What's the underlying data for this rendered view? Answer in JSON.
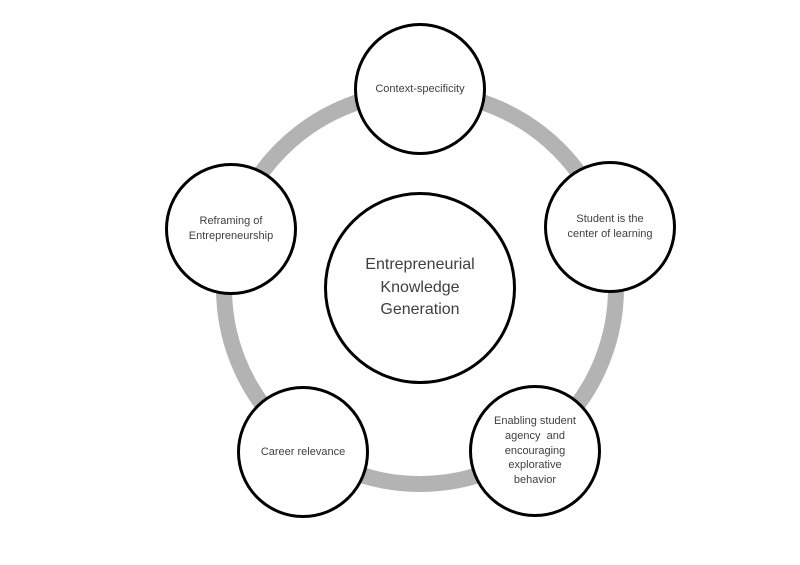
{
  "diagram": {
    "type": "cycle-diagram",
    "center": {
      "label": "Entrepreneurial\nKnowledge\nGeneration"
    },
    "nodes": [
      {
        "id": "top",
        "label": "Context-specificity"
      },
      {
        "id": "right",
        "label": "Student is the\ncenter of learning"
      },
      {
        "id": "bottom-right",
        "label": "Enabling student\nagency  and\nencouraging\nexplorative\nbehavior"
      },
      {
        "id": "bottom-left",
        "label": "Career relevance"
      },
      {
        "id": "left",
        "label": "Reframing of\nEntrepreneurship"
      }
    ],
    "colors": {
      "ring": "#b3b3b3",
      "circle_stroke": "#000000",
      "circle_fill": "#ffffff",
      "text": "#404040"
    }
  }
}
